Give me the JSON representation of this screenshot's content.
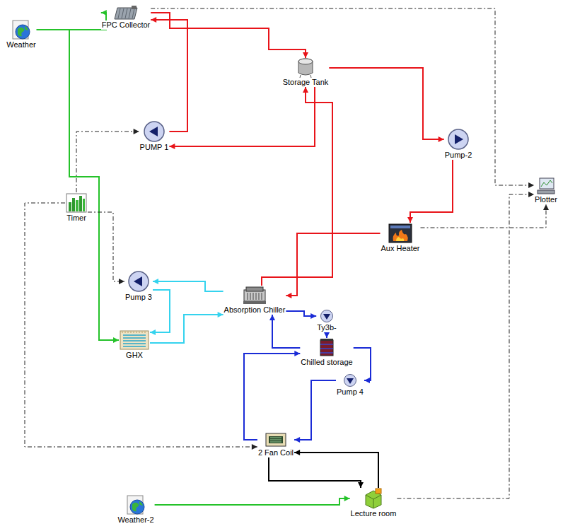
{
  "diagram": {
    "nodes": [
      {
        "text": [
          "Weather"
        ]
      },
      {
        "text": [
          "FPC Collector"
        ]
      },
      {
        "text": [
          "Storage Tank"
        ]
      },
      {
        "text": [
          "PUMP 1"
        ]
      },
      {
        "text": [
          "Pump-2"
        ]
      },
      {
        "text": [
          "Plotter"
        ]
      },
      {
        "text": [
          "Timer"
        ]
      },
      {
        "text": [
          "Aux Heater"
        ]
      },
      {
        "text": [
          "Pump 3"
        ]
      },
      {
        "text": [
          "Absorption Chiller"
        ]
      },
      {
        "text": [
          "Ty3b-"
        ]
      },
      {
        "text": [
          "GHX"
        ]
      },
      {
        "text": [
          "Chilled storage"
        ]
      },
      {
        "text": [
          "Pump 4"
        ]
      },
      {
        "text": [
          "2 Fan Coil"
        ]
      },
      {
        "text": [
          "Weather-2"
        ]
      },
      {
        "text": [
          "Lecture room"
        ]
      }
    ],
    "edges": [
      {
        "from": 0,
        "to": 1,
        "arrow": "to"
      },
      {
        "from": 0,
        "to": 11,
        "arrow": "to"
      },
      {
        "from": 1,
        "to": 2,
        "arrow": "to"
      },
      {
        "from": 2,
        "to": 4,
        "arrow": "to"
      },
      {
        "from": 4,
        "to": 7,
        "arrow": "to"
      },
      {
        "from": 7,
        "to": 9,
        "arrow": "to"
      },
      {
        "from": 9,
        "to": 2,
        "arrow": "to"
      },
      {
        "from": 2,
        "to": 3,
        "arrow": "to"
      },
      {
        "from": 3,
        "to": 1,
        "arrow": "to"
      },
      {
        "from": 9,
        "to": 8,
        "arrow": "to"
      },
      {
        "from": 8,
        "to": 11,
        "arrow": "to"
      },
      {
        "from": 11,
        "to": 9,
        "arrow": "to"
      },
      {
        "from": 9,
        "to": 10,
        "arrow": "to"
      },
      {
        "from": 10,
        "to": 12,
        "arrow": "to"
      },
      {
        "from": 12,
        "to": 9,
        "arrow": "to"
      },
      {
        "from": 12,
        "to": 13,
        "arrow": "to"
      },
      {
        "from": 13,
        "to": 14,
        "arrow": "to"
      },
      {
        "from": 14,
        "to": 12,
        "arrow": "to"
      },
      {
        "from": 14,
        "to": 16,
        "arrow": "to"
      },
      {
        "from": 16,
        "to": 14,
        "arrow": "to"
      },
      {
        "from": 15,
        "to": 16,
        "arrow": "to"
      },
      {
        "from": 1,
        "to": 5,
        "arrow": "to"
      },
      {
        "from": 6,
        "to": 3,
        "arrow": "to"
      },
      {
        "from": 6,
        "to": 8,
        "arrow": "to"
      },
      {
        "from": 16,
        "to": 5,
        "arrow": "to"
      },
      {
        "from": 6,
        "to": 14,
        "arrow": "to"
      },
      {
        "from": 7,
        "to": 5,
        "arrow": "to"
      }
    ]
  }
}
